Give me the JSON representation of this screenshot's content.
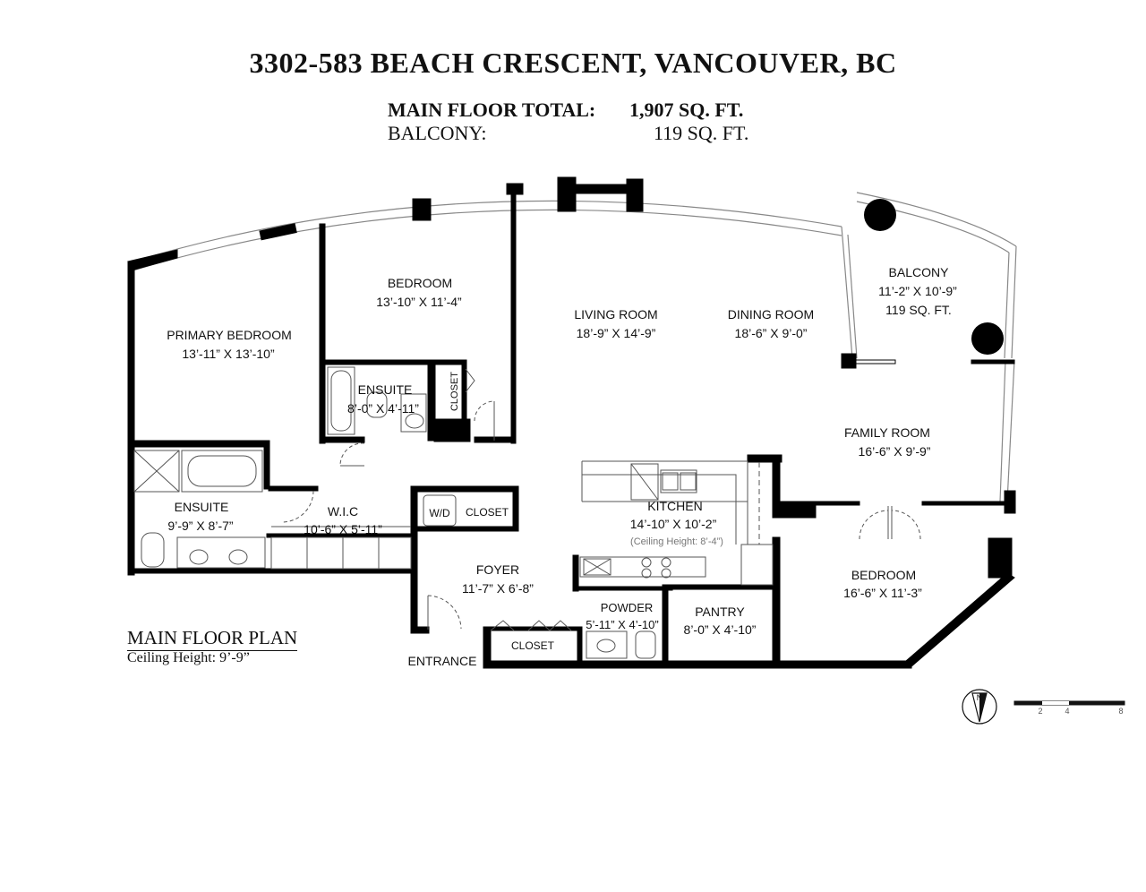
{
  "header": {
    "address": "3302-583 BEACH CRESCENT, VANCOUVER, BC",
    "main_floor_label": "MAIN FLOOR TOTAL:",
    "main_floor_value": "1,907 SQ. FT.",
    "balcony_label": "BALCONY:",
    "balcony_value": "119 SQ. FT."
  },
  "rooms": {
    "primary_bedroom": {
      "name": "PRIMARY BEDROOM",
      "dims": "13’-11” X 13’-10”"
    },
    "bedroom_1": {
      "name": "BEDROOM",
      "dims": "13’-10” X 11’-4”"
    },
    "ensuite_1": {
      "name": "ENSUITE",
      "dims": "8’-0” X 4’-11”"
    },
    "closet_1": {
      "name": "CLOSET"
    },
    "living_room": {
      "name": "LIVING ROOM",
      "dims": "18’-9” X 14’-9”"
    },
    "dining_room": {
      "name": "DINING ROOM",
      "dims": "18’-6” X 9’-0”"
    },
    "balcony": {
      "name": "BALCONY",
      "dims": "11’-2” X 10’-9”",
      "area": "119 SQ. FT."
    },
    "family_room": {
      "name": "FAMILY ROOM",
      "dims": "16’-6” X 9’-9”"
    },
    "ensuite_2": {
      "name": "ENSUITE",
      "dims": "9’-9” X 8’-7”"
    },
    "wic": {
      "name": "W.I.C",
      "dims": "10’-6” X 5’-11”"
    },
    "wd": {
      "name": "W/D"
    },
    "closet_2": {
      "name": "CLOSET"
    },
    "kitchen": {
      "name": "KITCHEN",
      "dims": "14’-10” X 10’-2”",
      "note": "(Ceiling Height: 8’-4”)"
    },
    "foyer": {
      "name": "FOYER",
      "dims": "11’-7” X 6’-8”"
    },
    "powder": {
      "name": "POWDER",
      "dims": "5’-11” X 4’-10”"
    },
    "pantry": {
      "name": "PANTRY",
      "dims": "8’-0” X 4’-10”"
    },
    "bedroom_2": {
      "name": "BEDROOM",
      "dims": "16’-6” X 11’-3”"
    },
    "closet_3": {
      "name": "CLOSET"
    },
    "entrance": {
      "name": "ENTRANCE"
    }
  },
  "legend": {
    "plan_name": "MAIN FLOOR PLAN",
    "ceiling_height": "Ceiling Height: 9’-9”",
    "north_label": "N",
    "scale_labels": [
      "2",
      "4",
      "8"
    ]
  },
  "colors": {
    "wall": "#000000",
    "fixture": "#555555",
    "glass": "#888888"
  }
}
